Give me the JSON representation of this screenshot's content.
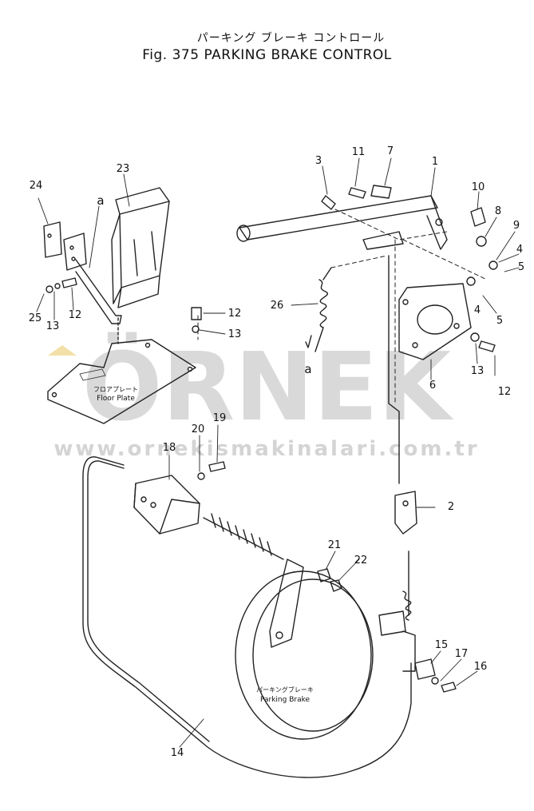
{
  "title_jp": "パーキング ブレーキ コントロール",
  "title_en": "Fig. 375 PARKING BRAKE CONTROL",
  "watermark": {
    "brand": "ÖRNEK",
    "url": "www.ornekismakinalari.com.tr"
  },
  "labels": {
    "floor_plate_jp": "フロアプレート",
    "floor_plate_en": "Floor Plate",
    "parking_brake_jp": "パーキングブレーキ",
    "parking_brake_en": "Parking Brake",
    "ref_a": "a"
  },
  "callouts": [
    "1",
    "2",
    "3",
    "4",
    "5",
    "6",
    "7",
    "8",
    "9",
    "10",
    "11",
    "12",
    "13",
    "14",
    "15",
    "16",
    "17",
    "18",
    "19",
    "20",
    "21",
    "22",
    "23",
    "24",
    "25",
    "26"
  ],
  "colors": {
    "ink": "#222222",
    "watermark": "#d9d9d9",
    "watermark_accent": "#f3e0a8"
  }
}
